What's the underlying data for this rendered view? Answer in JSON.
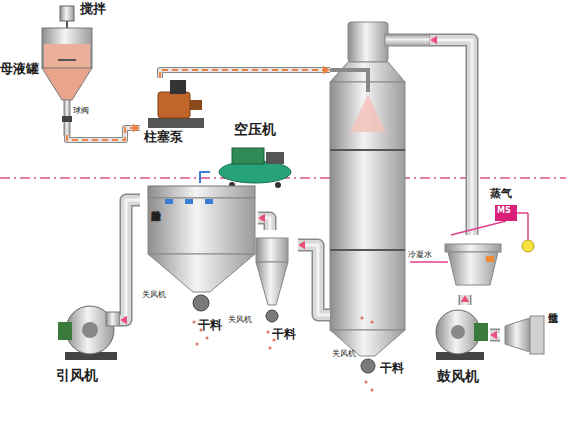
{
  "diagram": {
    "nodes": [
      {
        "text": [
          "母液罐",
          "搅拌",
          "球阀"
        ]
      },
      {
        "text": [
          "柱塞泵"
        ]
      },
      {
        "text": [
          "空压机"
        ]
      },
      {
        "text": [
          "布袋脉冲除尘器",
          "关风机",
          "干料"
        ]
      },
      {
        "text": [
          "关风机",
          "干料"
        ]
      },
      {
        "text": [
          "关风机",
          "干料"
        ]
      },
      {
        "text": [
          "冷凝水"
        ]
      },
      {
        "text": [
          "MS"
        ]
      },
      {
        "text": [
          "引风机"
        ]
      },
      {
        "text": [
          "鼓风机"
        ]
      },
      {
        "text": [
          "空气过滤器"
        ]
      }
    ],
    "edges": [
      {
        "from": 0,
        "to": 1,
        "arrow": "to"
      },
      {
        "from": 1,
        "to": 5,
        "arrow": "to"
      },
      {
        "from": 5,
        "to": 4,
        "arrow": "to"
      },
      {
        "from": 4,
        "to": 3,
        "arrow": "to"
      },
      {
        "from": 3,
        "to": 8,
        "arrow": "to"
      },
      {
        "from": 2,
        "to": 3,
        "arrow": "none"
      },
      {
        "from": 10,
        "to": 9,
        "arrow": "to"
      },
      {
        "from": 9,
        "to": 6,
        "arrow": "to"
      },
      {
        "from": 6,
        "to": 5,
        "arrow": "to"
      },
      {
        "from": 7,
        "to": 6,
        "arrow": "none"
      }
    ],
    "labels": [
      "蒸气"
    ]
  }
}
